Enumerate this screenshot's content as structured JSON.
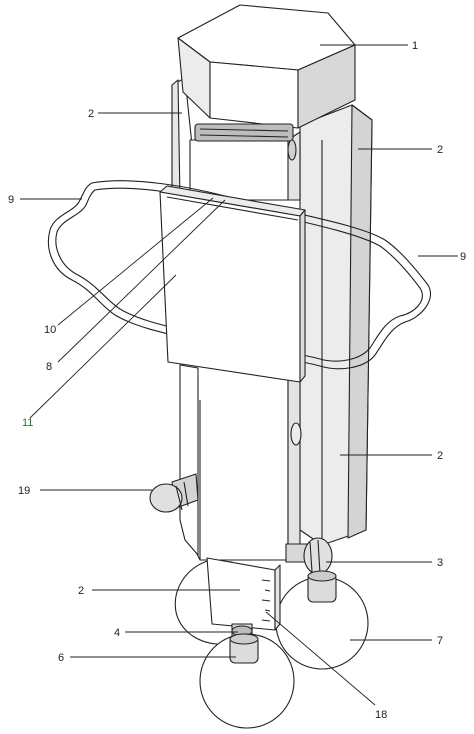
{
  "labels": {
    "l1": "1",
    "l2_upper_left": "2",
    "l2_upper_right": "2",
    "l2_middle_right": "2",
    "l2_lower_left": "2",
    "l9_left": "9",
    "l9_right": "9",
    "l10": "10",
    "l8": "8",
    "l11": "11",
    "l19": "19",
    "l3": "3",
    "l4": "4",
    "l6": "6",
    "l7": "7",
    "l18": "18"
  },
  "colors": {
    "outline": "#222222",
    "face_light": "#ffffff",
    "face_mid": "#ececec",
    "face_dark": "#d4d4d4",
    "label_green": "#2f6f2f"
  }
}
